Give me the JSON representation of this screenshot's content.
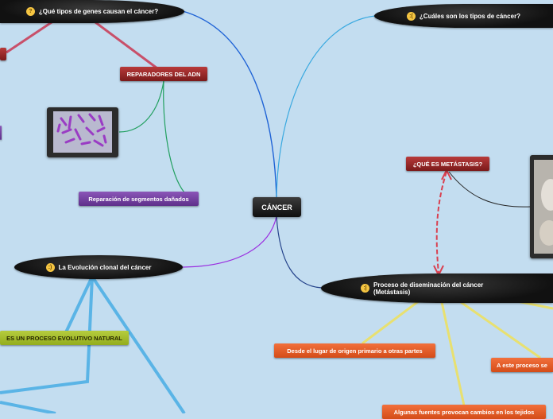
{
  "central": {
    "label": "CÁNCER"
  },
  "topics": {
    "genes": "¿Qué tipos de genes causan el cáncer?",
    "tipos": "¿Cuáles son los tipos de cáncer?",
    "evolucion": "La Evolución clonal del cáncer",
    "diseminacion": "Proceso de diseminación del cáncer (Metástasis)"
  },
  "subtopics": {
    "reparadores": "REPARADORES DEL ADN",
    "reparacion": "Reparación de segmentos dañados",
    "metastasis_q": "¿QUÉ ES METÁSTASIS?",
    "evolutivo": "ES UN PROCESO EVOLUTIVO NATURAL",
    "origen": "Desde el lugar de origen primario a otras partes",
    "este_proceso": "A este proceso se",
    "fuentes": "Algunas fuentes provocan cambios en los tejidos"
  },
  "icons": {
    "genes": "thinking-face-icon",
    "tipos": "worried-face-icon",
    "evolucion": "smiling-face-icon",
    "diseminacion": "neutral-face-icon"
  },
  "colors": {
    "background": "#c3ddf0",
    "branch_blue": "#1f63d6",
    "branch_cyan": "#3aa9e0",
    "branch_purple": "#9a2ee0",
    "branch_navy": "#24428a",
    "branch_green": "#22a060",
    "branch_red": "#c8506a",
    "branch_lightblue": "#5ab4e6",
    "branch_yellow": "#e8e070",
    "relation_red": "#d94050"
  }
}
